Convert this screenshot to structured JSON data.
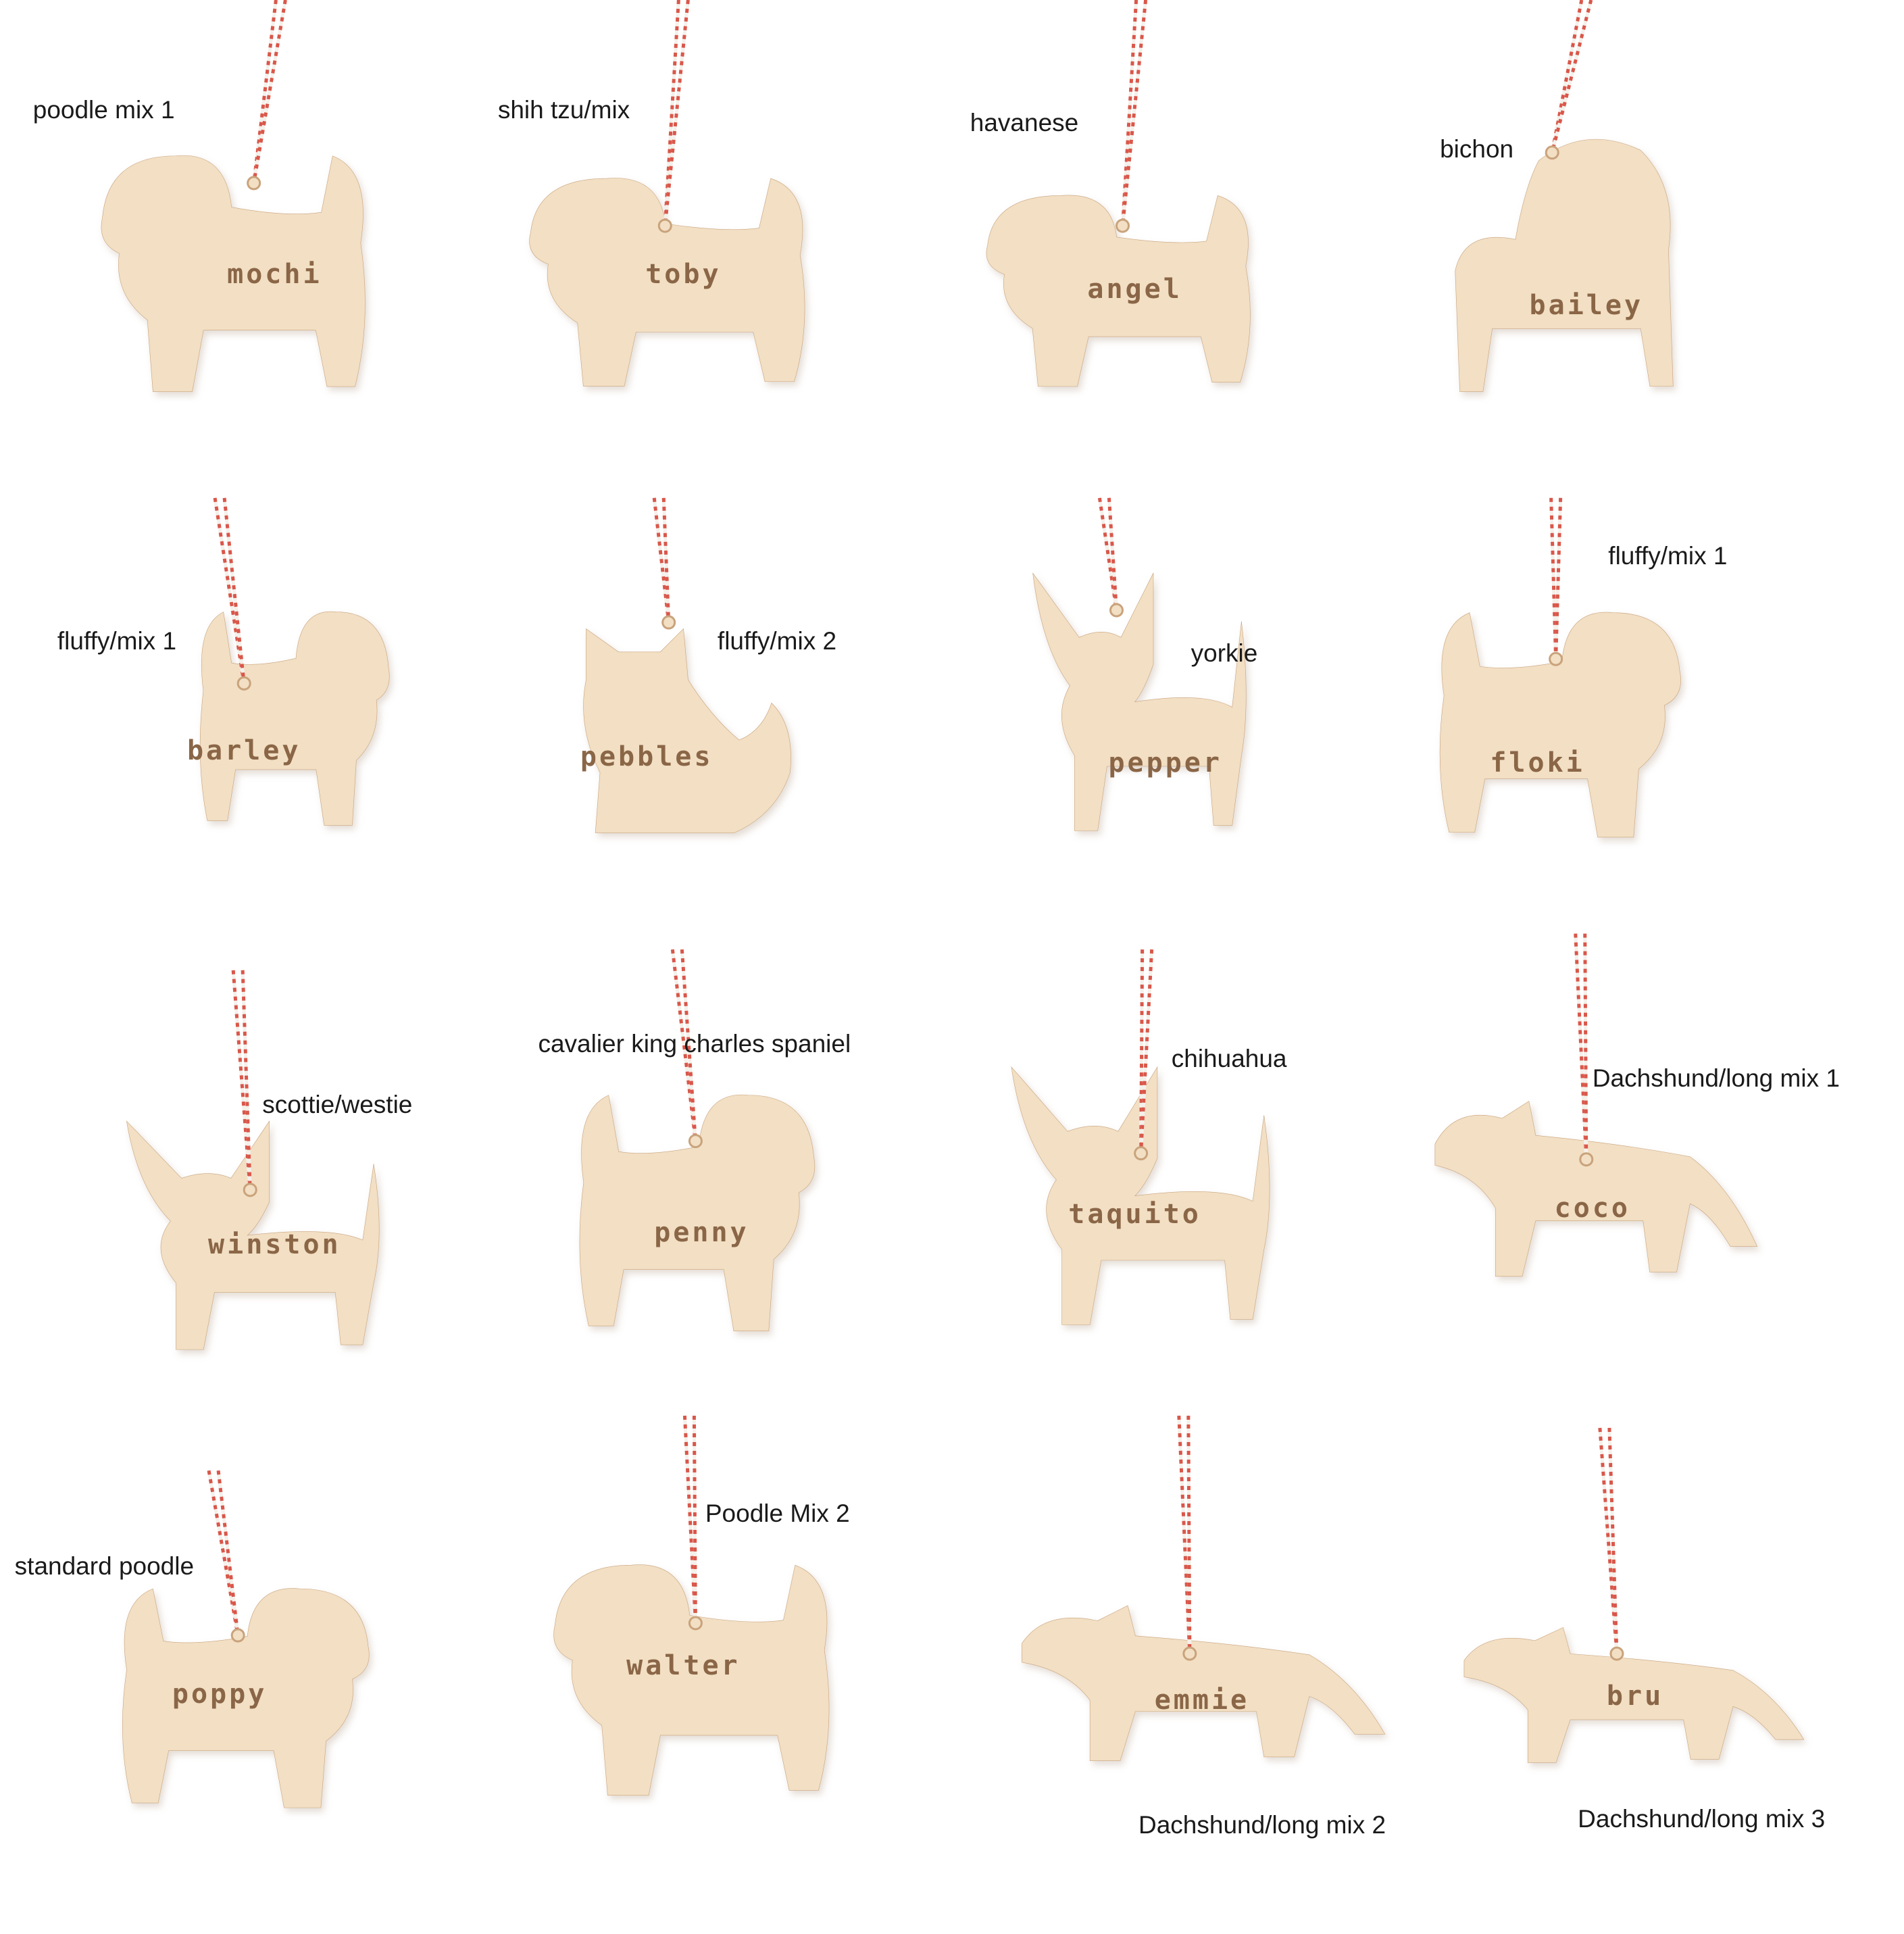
{
  "colors": {
    "wood": "#f2dfc4",
    "wood_edge": "#c9a37c",
    "engraving": "#8a6647",
    "string_red": "#d9574a",
    "string_white": "#f4f0ea",
    "label": "#1a1a1a"
  },
  "ornaments": [
    {
      "breed": "poodle mix 1",
      "name": "mochi"
    },
    {
      "breed": "shih tzu/mix",
      "name": "toby"
    },
    {
      "breed": "havanese",
      "name": "angel"
    },
    {
      "breed": "bichon",
      "name": "bailey"
    },
    {
      "breed": "fluffy/mix 1",
      "name": "barley"
    },
    {
      "breed": "fluffy/mix 2",
      "name": "pebbles"
    },
    {
      "breed": "yorkie",
      "name": "pepper"
    },
    {
      "breed": "fluffy/mix 1",
      "name": "floki"
    },
    {
      "breed": "scottie/westie",
      "name": "winston"
    },
    {
      "breed": "cavalier king charles spaniel",
      "name": "penny"
    },
    {
      "breed": "chihuahua",
      "name": "taquito"
    },
    {
      "breed": "Dachshund/long mix 1",
      "name": "coco"
    },
    {
      "breed": "standard poodle",
      "name": "poppy"
    },
    {
      "breed": "Poodle Mix 2",
      "name": "walter"
    },
    {
      "breed": "Dachshund/long mix 2",
      "name": "emmie"
    },
    {
      "breed": "Dachshund/long mix 3",
      "name": "bru"
    }
  ]
}
